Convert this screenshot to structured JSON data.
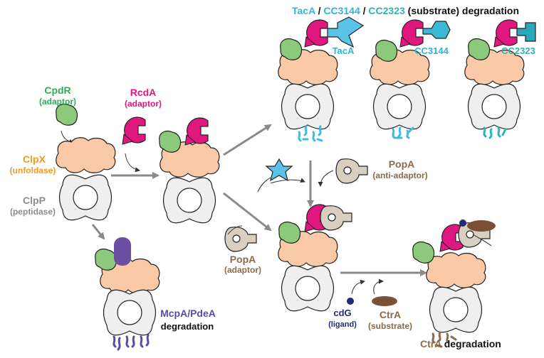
{
  "colors": {
    "adaptor_green": "#8cc97a",
    "rcda_magenta": "#e0177f",
    "clpx_peach": "#f9c9a8",
    "clpp_gray": "#efefef",
    "mcpa_purple": "#6c4fa3",
    "substrate_cyan": "#3bbde0",
    "popa_taupe": "#d8cfc1",
    "ctra_brown": "#7a4f32",
    "cdg_navy": "#1f2a7a",
    "arrow_gray": "#8a8a8a",
    "label_green": "#2bab59",
    "label_magenta": "#e0177f",
    "label_orange": "#f29a1f",
    "label_gray": "#8c8c8c",
    "label_purple": "#5a4ba6",
    "label_cyan": "#2ab7d9",
    "label_teal": "#28b4b8",
    "label_brown": "#8c6a4a",
    "label_navy": "#1f2a7a"
  },
  "labels": {
    "cpdr_name": "CpdR",
    "cpdr_role": "(adaptor)",
    "rcda_name": "RcdA",
    "rcda_role": "(adaptor)",
    "clpx_name": "ClpX",
    "clpx_role": "(unfoldase)",
    "clpp_name": "ClpP",
    "clpp_role": "(peptidase)",
    "mcpa_pdea": "McpA/PdeA",
    "mcpa_degradation": "degradation",
    "title_taca": "TacA",
    "title_sep1": " / ",
    "title_cc3144": "CC3144",
    "title_sep2": " / ",
    "title_cc2323": "CC2323",
    "title_rest": " (substrate) degradation",
    "taca_tag": "TacA",
    "cc3144_tag": "CC3144",
    "cc2323_tag": "CC2323",
    "popa_anti_name": "PopA",
    "popa_anti_role": "(anti-adaptor)",
    "popa_adaptor_name": "PopA",
    "popa_adaptor_role": "(adaptor)",
    "cdg_name": "cdG",
    "cdg_role": "(ligand)",
    "ctra_name": "CtrA",
    "ctra_role": "(substrate)",
    "ctra_degradation_name": "CtrA",
    "ctra_degradation_word": " degradation"
  }
}
